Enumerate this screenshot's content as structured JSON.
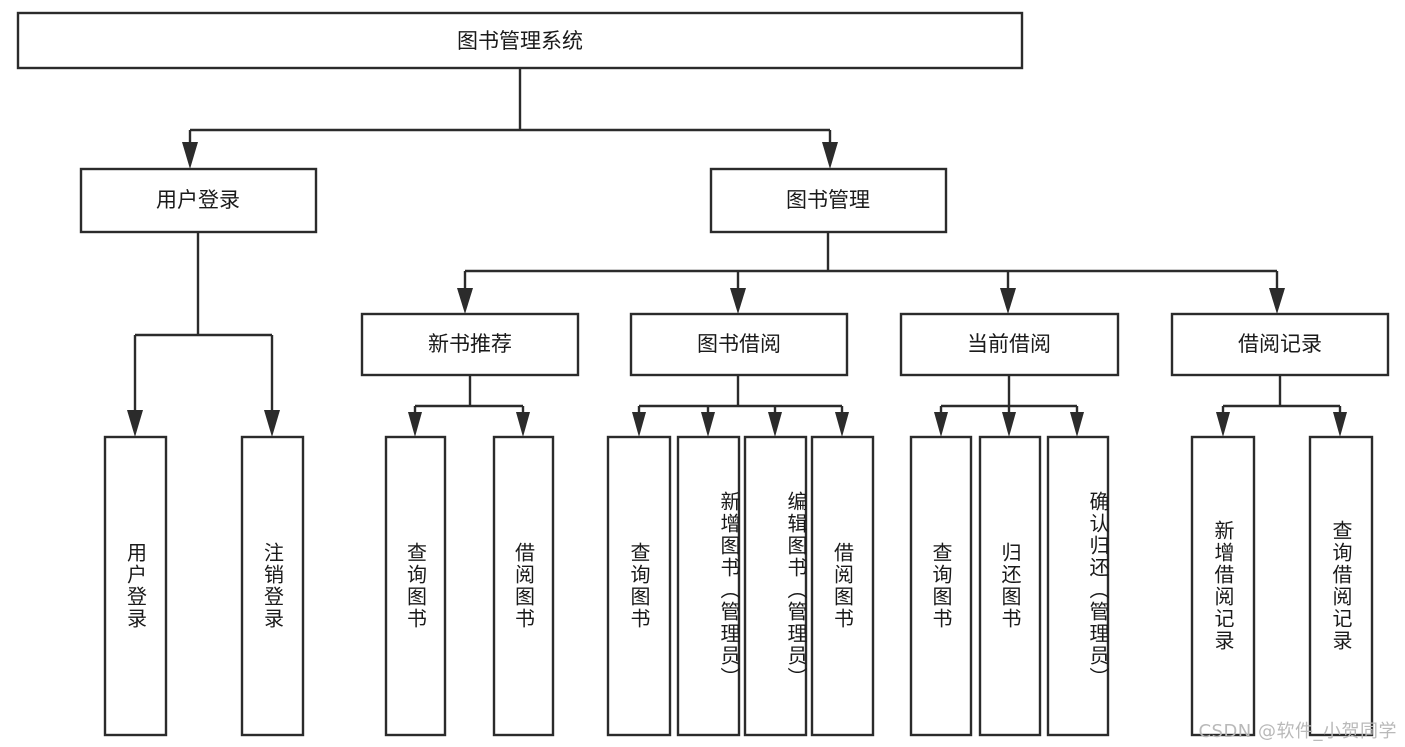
{
  "diagram": {
    "type": "tree",
    "title": "图书管理系统",
    "watermark": "CSDN @软件_小贺同学",
    "colors": {
      "stroke": "#2b2b2b",
      "fill": "#ffffff",
      "text": "#1a1a1a",
      "background": "#ffffff",
      "watermark": "#b9b9b9"
    },
    "levels": {
      "level1": [
        {
          "id": "root",
          "label": "图书管理系统"
        }
      ],
      "level2": [
        {
          "id": "user-login",
          "label": "用户登录",
          "parent": "root"
        },
        {
          "id": "book-manage",
          "label": "图书管理",
          "parent": "root"
        }
      ],
      "level3": [
        {
          "id": "new-book-rec",
          "label": "新书推荐",
          "parent": "book-manage"
        },
        {
          "id": "book-borrow",
          "label": "图书借阅",
          "parent": "book-manage"
        },
        {
          "id": "current-borrow",
          "label": "当前借阅",
          "parent": "book-manage"
        },
        {
          "id": "borrow-record",
          "label": "借阅记录",
          "parent": "book-manage"
        }
      ],
      "leaves": [
        {
          "id": "leaf-user-login",
          "label": "用户登录",
          "parent": "user-login"
        },
        {
          "id": "leaf-logout",
          "label": "注销登录",
          "parent": "user-login"
        },
        {
          "id": "leaf-query-book-1",
          "label": "查询图书",
          "parent": "new-book-rec"
        },
        {
          "id": "leaf-borrow-book-1",
          "label": "借阅图书",
          "parent": "new-book-rec"
        },
        {
          "id": "leaf-query-book-2",
          "label": "查询图书",
          "parent": "book-borrow"
        },
        {
          "id": "leaf-add-book",
          "label": "新增图书（管理员）",
          "parent": "book-borrow"
        },
        {
          "id": "leaf-edit-book",
          "label": "编辑图书（管理员）",
          "parent": "book-borrow"
        },
        {
          "id": "leaf-borrow-book-2",
          "label": "借阅图书",
          "parent": "book-borrow"
        },
        {
          "id": "leaf-query-book-3",
          "label": "查询图书",
          "parent": "current-borrow"
        },
        {
          "id": "leaf-return-book",
          "label": "归还图书",
          "parent": "current-borrow"
        },
        {
          "id": "leaf-confirm-return",
          "label": "确认归还（管理员）",
          "parent": "current-borrow"
        },
        {
          "id": "leaf-add-record",
          "label": "新增借阅记录",
          "parent": "borrow-record"
        },
        {
          "id": "leaf-query-record",
          "label": "查询借阅记录",
          "parent": "borrow-record"
        }
      ]
    }
  }
}
